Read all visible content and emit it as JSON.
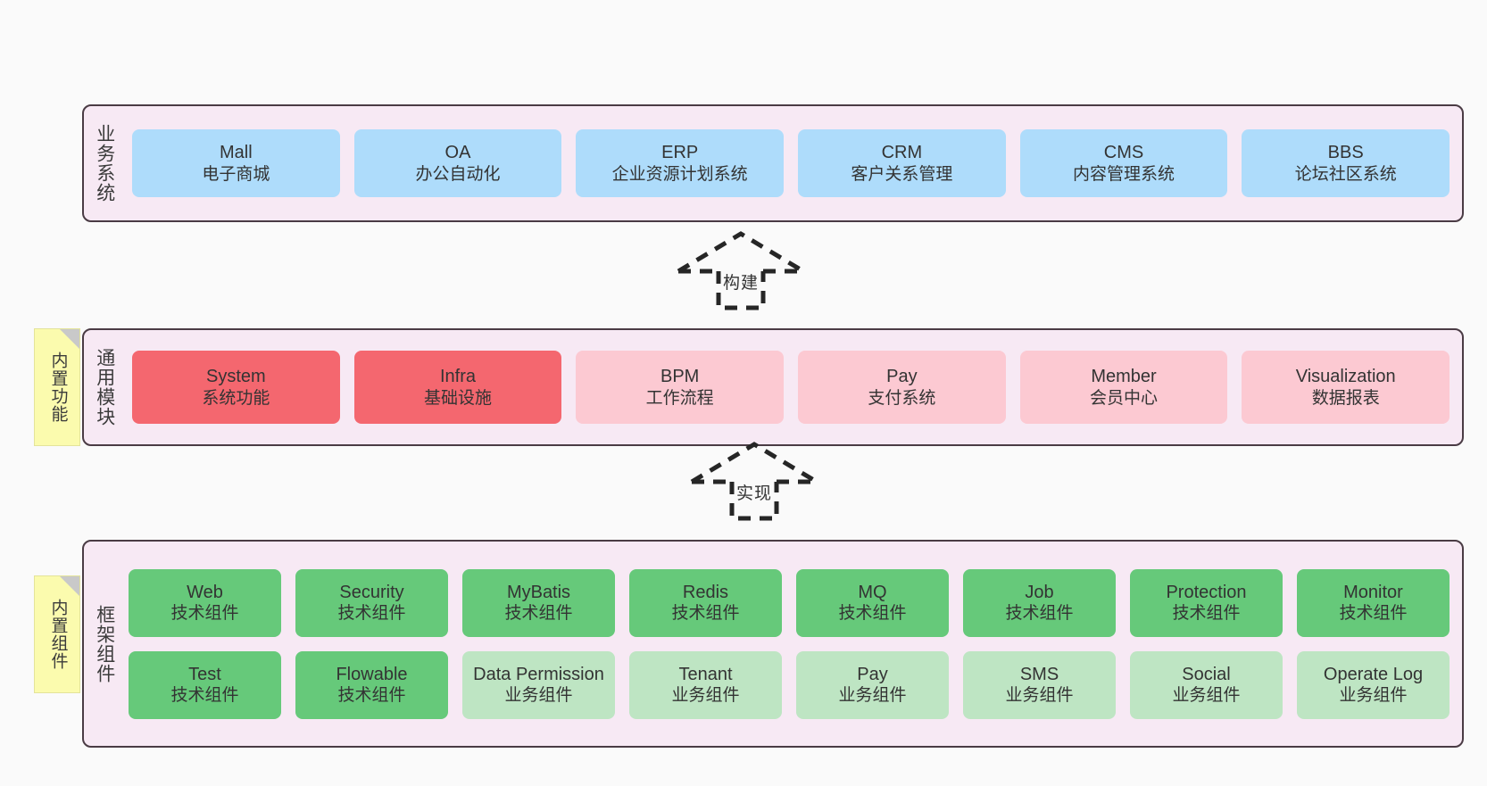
{
  "layers": {
    "business": {
      "title": "业务系统",
      "cards": [
        {
          "name": "Mall",
          "desc": "电子商城"
        },
        {
          "name": "OA",
          "desc": "办公自动化"
        },
        {
          "name": "ERP",
          "desc": "企业资源计划系统"
        },
        {
          "name": "CRM",
          "desc": "客户关系管理"
        },
        {
          "name": "CMS",
          "desc": "内容管理系统"
        },
        {
          "name": "BBS",
          "desc": "论坛社区系统"
        }
      ]
    },
    "modules": {
      "title": "通用模块",
      "sticky": "内置功能",
      "cards": [
        {
          "name": "System",
          "desc": "系统功能",
          "style": "red"
        },
        {
          "name": "Infra",
          "desc": "基础设施",
          "style": "red"
        },
        {
          "name": "BPM",
          "desc": "工作流程",
          "style": "pink"
        },
        {
          "name": "Pay",
          "desc": "支付系统",
          "style": "pink"
        },
        {
          "name": "Member",
          "desc": "会员中心",
          "style": "pink"
        },
        {
          "name": "Visualization",
          "desc": "数据报表",
          "style": "pink"
        }
      ]
    },
    "framework": {
      "title": "框架组件",
      "sticky": "内置组件",
      "row1": [
        {
          "name": "Web",
          "desc": "技术组件"
        },
        {
          "name": "Security",
          "desc": "技术组件"
        },
        {
          "name": "MyBatis",
          "desc": "技术组件"
        },
        {
          "name": "Redis",
          "desc": "技术组件"
        },
        {
          "name": "MQ",
          "desc": "技术组件"
        },
        {
          "name": "Job",
          "desc": "技术组件"
        },
        {
          "name": "Protection",
          "desc": "技术组件"
        },
        {
          "name": "Monitor",
          "desc": "技术组件"
        }
      ],
      "row2": [
        {
          "name": "Test",
          "desc": "技术组件",
          "style": "green"
        },
        {
          "name": "Flowable",
          "desc": "技术组件",
          "style": "green"
        },
        {
          "name": "Data Permission",
          "desc": "业务组件",
          "style": "lightgreen"
        },
        {
          "name": "Tenant",
          "desc": "业务组件",
          "style": "lightgreen"
        },
        {
          "name": "Pay",
          "desc": "业务组件",
          "style": "lightgreen"
        },
        {
          "name": "SMS",
          "desc": "业务组件",
          "style": "lightgreen"
        },
        {
          "name": "Social",
          "desc": "业务组件",
          "style": "lightgreen"
        },
        {
          "name": "Operate Log",
          "desc": "业务组件",
          "style": "lightgreen"
        }
      ]
    }
  },
  "arrows": {
    "build": "构建",
    "realize": "实现"
  },
  "colors": {
    "panel_bg": "#F7E9F4",
    "panel_border": "#4A3B44",
    "blue": "#AEDCFB",
    "red": "#F4676F",
    "pink": "#FCC9D2",
    "green": "#66C97A",
    "light_green": "#BEE5C3",
    "sticky_yellow": "#FBFBAE",
    "page_bg": "#FAFAFA"
  }
}
